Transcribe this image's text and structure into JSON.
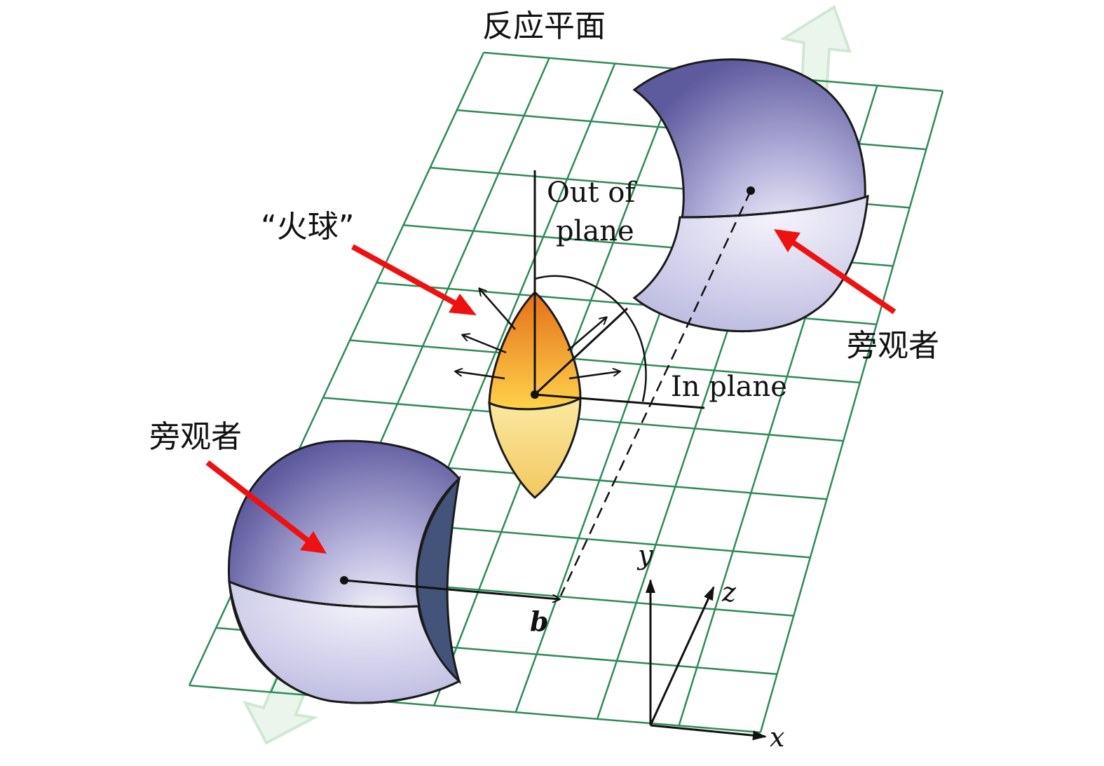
{
  "title": "反应平面",
  "fireball_label": "“火球”",
  "spectator_label_right": "旁观者",
  "spectator_label_left": "旁观者",
  "out_of_plane_line1": "Out of",
  "out_of_plane_line2": "plane",
  "in_plane_label": "In plane",
  "impact_parameter_label": "b",
  "axis_x": "x",
  "axis_y": "y",
  "axis_z": "z",
  "colors": {
    "grid": "#2e8b57",
    "spectator": "#7e7ab8",
    "fireball_top": "#e8861c",
    "fireball_bottom": "#f5d57a",
    "pointer_arrow": "#ee1111",
    "beam_arrow": "#d8eedc"
  }
}
